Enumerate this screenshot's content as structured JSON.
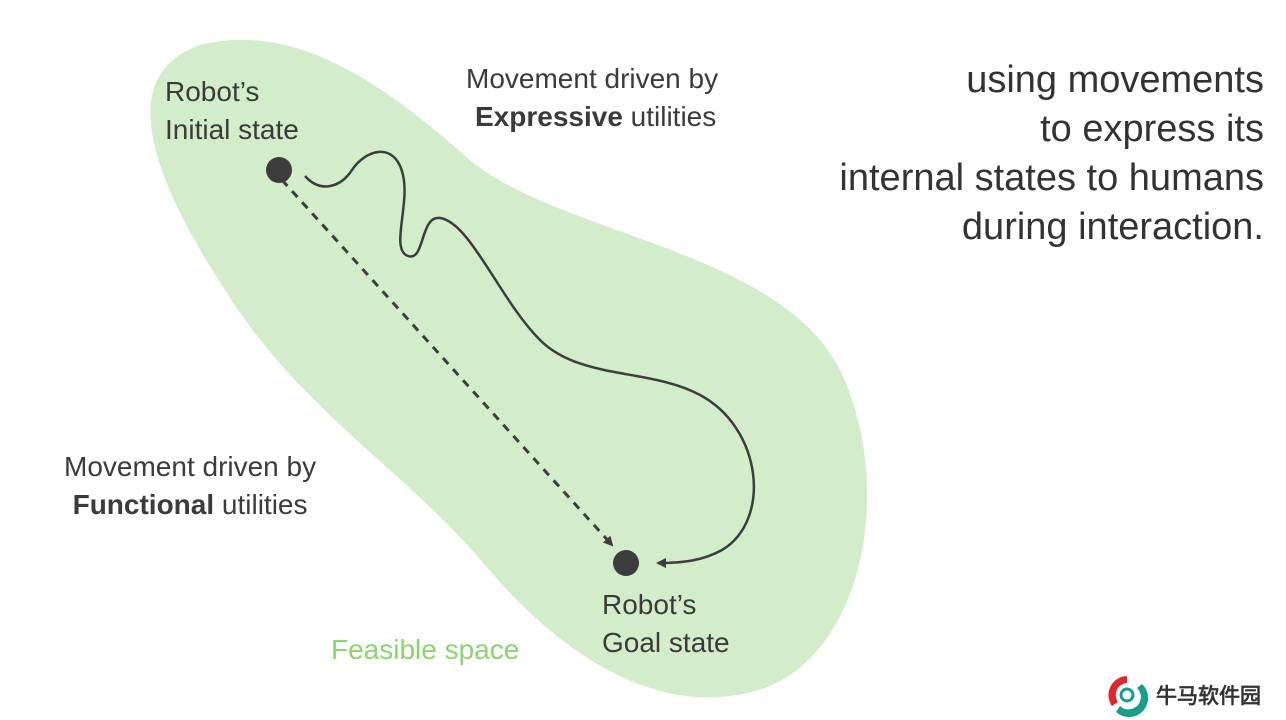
{
  "labels": {
    "initial_line1": "Robot’s",
    "initial_line2": "Initial state",
    "goal_line1": "Robot’s",
    "goal_line2": "Goal state",
    "expressive_line1": "Movement driven by",
    "expressive_bold": "Expressive",
    "expressive_rest": " utilities",
    "functional_line1": "Movement driven by",
    "functional_bold": "Functional",
    "functional_rest": " utilities",
    "feasible": "Feasible space"
  },
  "caption": {
    "lines": [
      "using movements",
      "to express its",
      "internal states to humans",
      "during interaction."
    ]
  },
  "watermark": {
    "text": "牛马软件园"
  },
  "colors": {
    "feasible_fill": "#d3ecca",
    "feasible_text": "#8dd470",
    "ink": "#3d3d3d"
  }
}
